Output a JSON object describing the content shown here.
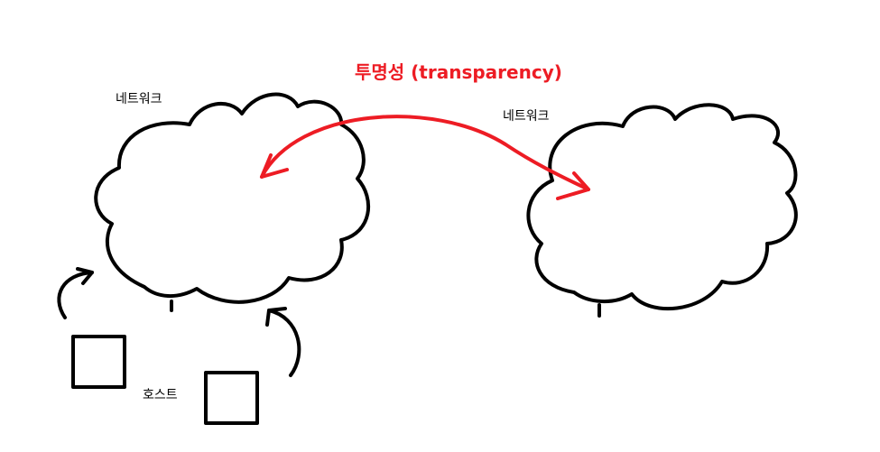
{
  "diagram": {
    "title": "투명성 (transparency)",
    "network_left_label": "네트워크",
    "network_right_label": "네트워크",
    "host_label": "호스트",
    "colors": {
      "accent": "#ed1c24",
      "line": "#000000",
      "background": "#ffffff"
    }
  }
}
